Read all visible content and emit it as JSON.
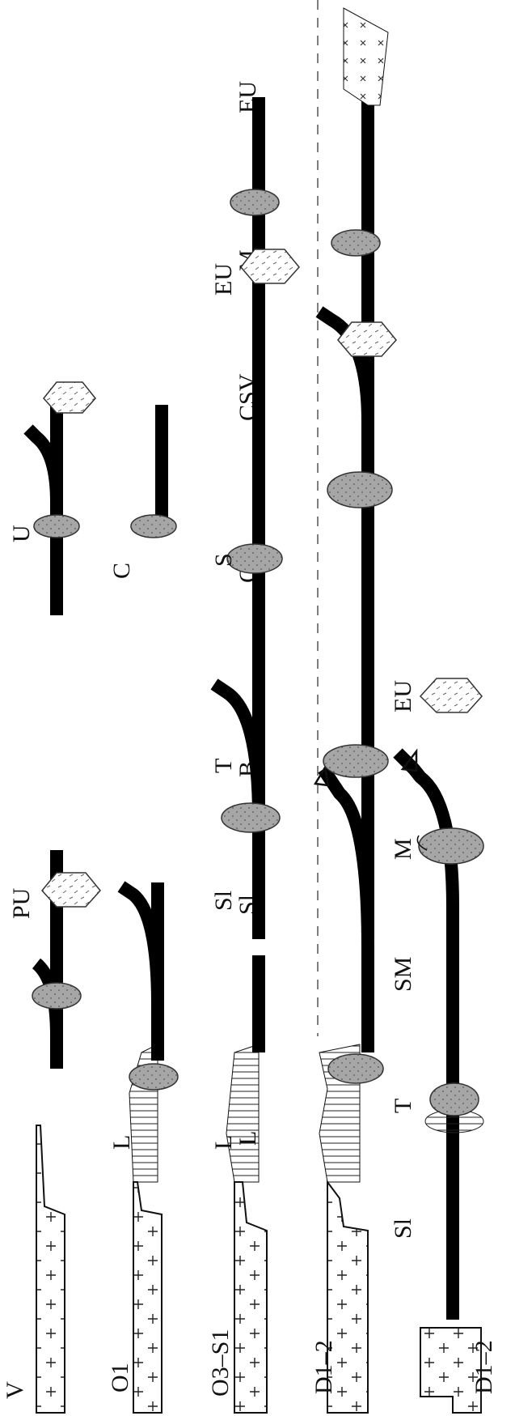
{
  "panels": [
    {
      "period": "D1–2",
      "labels": [
        "Sl",
        "T",
        "SM",
        "M",
        "EU"
      ]
    },
    {
      "period": "D1–2",
      "labels": [
        "L",
        "Sl",
        "B",
        "C",
        "CSV",
        "M",
        "EU"
      ]
    },
    {
      "period": "O3–S1",
      "labels": [
        "L",
        "Sl",
        "T",
        "S",
        "EU"
      ]
    },
    {
      "period": "O1",
      "labels": [
        "L",
        "C"
      ]
    },
    {
      "period": "V",
      "labels": [
        "PU",
        "U"
      ]
    }
  ],
  "colors": {
    "slab": "#000000",
    "arc": "#9a9a9a",
    "crust": "#ffffff"
  }
}
